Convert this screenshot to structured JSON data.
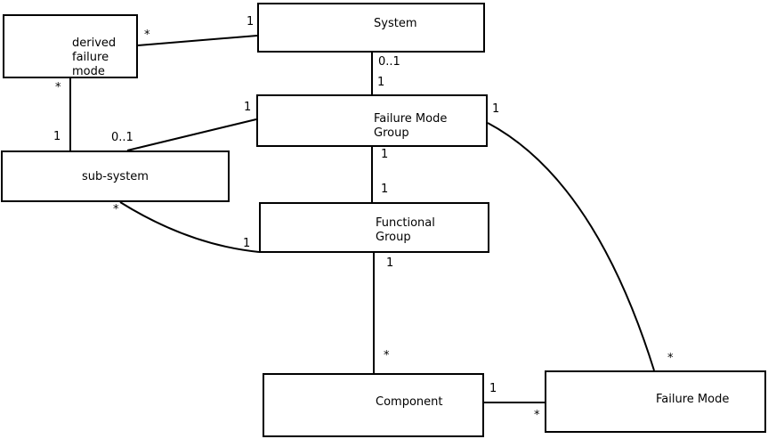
{
  "diagram": {
    "type": "uml-class-diagram",
    "background_color": "#ffffff",
    "line_color": "#000000",
    "nodes": [
      {
        "id": "derived-failure-mode",
        "label": "derived\nfailure\nmode"
      },
      {
        "id": "system",
        "label": "System"
      },
      {
        "id": "failure-mode-group",
        "label": "Failure Mode\nGroup"
      },
      {
        "id": "sub-system",
        "label": "sub-system"
      },
      {
        "id": "functional-group",
        "label": "Functional\nGroup"
      },
      {
        "id": "component",
        "label": "Component"
      },
      {
        "id": "failure-mode",
        "label": "Failure Mode"
      }
    ],
    "edges": [
      {
        "from": "derived failure mode",
        "to": "System",
        "from_mult": "*",
        "to_mult": "1"
      },
      {
        "from": "derived failure mode",
        "to": "sub-system",
        "from_mult": "*",
        "to_mult": "1"
      },
      {
        "from": "System",
        "to": "Failure Mode Group",
        "from_mult": "0..1",
        "to_mult": "1"
      },
      {
        "from": "sub-system",
        "to": "Failure Mode Group",
        "from_mult": "0..1",
        "to_mult": "1"
      },
      {
        "from": "Failure Mode Group",
        "to": "Functional Group",
        "from_mult": "1",
        "to_mult": "1"
      },
      {
        "from": "sub-system",
        "to": "Functional Group",
        "from_mult": "*",
        "to_mult": "1"
      },
      {
        "from": "Functional Group",
        "to": "Component",
        "from_mult": "1",
        "to_mult": "*"
      },
      {
        "from": "Component",
        "to": "Failure Mode",
        "from_mult": "1",
        "to_mult": "*"
      },
      {
        "from": "Failure Mode Group",
        "to": "Failure Mode",
        "from_mult": "1",
        "to_mult": "*"
      }
    ]
  }
}
